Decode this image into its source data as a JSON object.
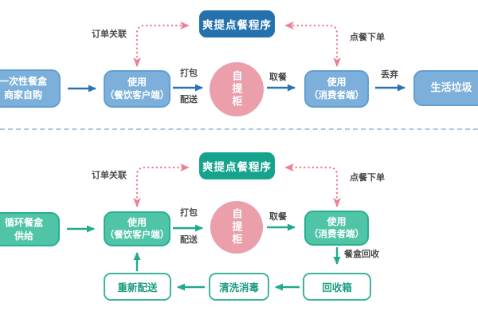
{
  "colors": {
    "blue_dark": "#2471ad",
    "blue_light": "#7cb0da",
    "blue_arrow": "#2d73b4",
    "green_dark": "#16a38e",
    "green_light": "#4fc4a6",
    "green_arrow": "#23a98c",
    "pink_circle": "#eb9fab",
    "pink_dotted": "#ed8096",
    "divider": "#a9c7e1"
  },
  "top_flow": {
    "program": "爽提点餐程序",
    "order_link": "订单关联",
    "order_place": "点餐下单",
    "source_line1": "一次性餐盒",
    "source_line2": "商家自购",
    "merchant_line1": "使用",
    "merchant_line2": "（餐饮客户端）",
    "pack": "打包",
    "deliver": "配送",
    "cabinet": "自提柜",
    "pickup": "取餐",
    "consumer_line1": "使用",
    "consumer_line2": "（消费者端）",
    "discard": "丢弃",
    "waste": "生活垃圾"
  },
  "bottom_flow": {
    "program": "爽提点餐程序",
    "order_link": "订单关联",
    "order_place": "点餐下单",
    "source_line1": "循环餐盒",
    "source_line2": "供给",
    "merchant_line1": "使用",
    "merchant_line2": "（餐饮客户端）",
    "pack": "打包",
    "deliver": "配送",
    "cabinet": "自提柜",
    "pickup": "取餐",
    "consumer_line1": "使用",
    "consumer_line2": "（消费者端）",
    "box_recycle": "餐盒回收",
    "recycle_bin": "回收箱",
    "clean": "清洗消毒",
    "redeliver": "重新配送"
  }
}
